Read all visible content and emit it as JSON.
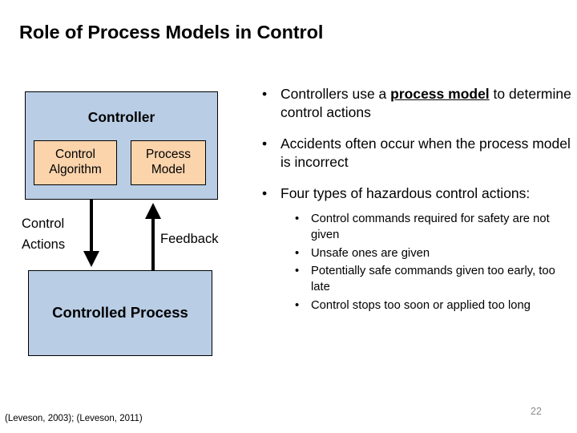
{
  "slide": {
    "title": "Role of Process Models in Control",
    "number": "22",
    "citation": "(Leveson, 2003); (Leveson, 2011)"
  },
  "colors": {
    "box_fill_blue": "#b9cde5",
    "subbox_fill_orange": "#fbd4ac",
    "border": "#000000",
    "slide_number": "#8c8c8c"
  },
  "diagram": {
    "controller": {
      "heading": "Controller",
      "subboxes": [
        {
          "label": "Control\nAlgorithm"
        },
        {
          "label": "Process\nModel"
        }
      ]
    },
    "controlled_process": {
      "heading": "Controlled Process"
    },
    "arrows": [
      {
        "name": "control-actions-arrow",
        "label": "Control\nActions",
        "direction": "down"
      },
      {
        "name": "feedback-arrow",
        "label": "Feedback",
        "direction": "up"
      }
    ]
  },
  "bullets": [
    {
      "pre": "Controllers use a ",
      "emphasis": "process model",
      "post": " to determine control actions",
      "marker": "•"
    },
    {
      "pre": "Accidents often occur when the process model is incorrect",
      "emphasis": "",
      "post": "",
      "marker": "•"
    },
    {
      "pre": "Four types of hazardous control actions:",
      "emphasis": "",
      "post": "",
      "marker": "•",
      "subbullets": [
        {
          "text": "Control commands required for safety are not given",
          "marker": "•"
        },
        {
          "text": "Unsafe ones are given",
          "marker": "•"
        },
        {
          "text": "Potentially safe commands given too early, too late",
          "marker": "•"
        },
        {
          "text": "Control stops too soon or applied too long",
          "marker": "•"
        }
      ]
    }
  ]
}
